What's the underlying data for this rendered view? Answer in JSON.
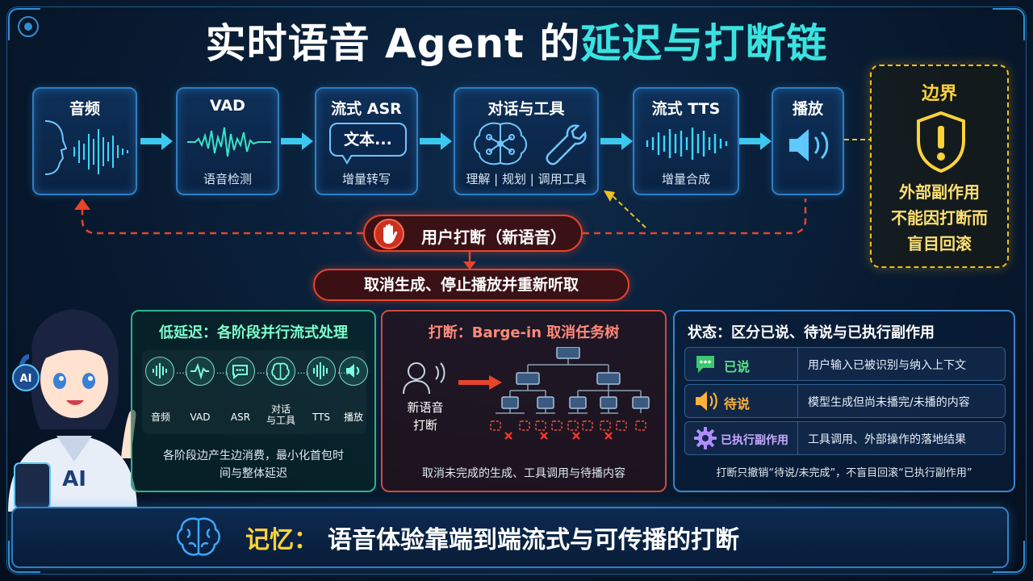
{
  "title": {
    "part1": "实时语音 Agent 的",
    "part2": "延迟与打断链"
  },
  "pipeline": [
    {
      "title": "音频",
      "sub": ""
    },
    {
      "title": "VAD",
      "sub": "语音检测"
    },
    {
      "title": "流式 ASR",
      "sub": "增量转写",
      "bubble": "文本..."
    },
    {
      "title": "对话与工具",
      "sub": "理解 | 规划 | 调用工具"
    },
    {
      "title": "流式 TTS",
      "sub": "增量合成"
    },
    {
      "title": "播放",
      "sub": ""
    }
  ],
  "boundary": {
    "title": "边界",
    "lines": [
      "外部副作用",
      "不能因打断而",
      "盲目回滚"
    ]
  },
  "interrupt": {
    "label": "用户打断（新语音）",
    "action": "取消生成、停止播放并重新听取"
  },
  "panel_latency": {
    "title": "低延迟：各阶段并行流式处理",
    "steps": [
      "音频",
      "VAD",
      "ASR",
      "对话\n与工具",
      "TTS",
      "播放"
    ],
    "foot1": "各阶段边产生边消费，最小化首包时",
    "foot2": "间与整体延迟"
  },
  "panel_barge": {
    "title": "打断：Barge-in 取消任务树",
    "user_label1": "新语音",
    "user_label2": "打断",
    "foot": "取消未完成的生成、工具调用与待播内容"
  },
  "panel_state": {
    "title": "状态：区分已说、待说与已执行副作用",
    "rows": [
      {
        "badge": "已说",
        "desc": "用户输入已被识别与纳入上下文",
        "color": "#5fe08a"
      },
      {
        "badge": "待说",
        "desc": "模型生成但尚未播完/未播的内容",
        "color": "#ffb23a"
      },
      {
        "badge": "已执行副作用",
        "desc": "工具调用、外部操作的落地结果",
        "color": "#b08cff"
      }
    ],
    "foot": "打断只撤销“待说/未完成”，不盲目回滚“已执行副作用”"
  },
  "memory": {
    "label": "记忆：",
    "text": "语音体验靠端到端流式与可传播的打断"
  },
  "avatar_badges": [
    "AI",
    "AI"
  ],
  "colors": {
    "cyan": "#39e3e0",
    "red": "#e8442c",
    "yellow": "#ffd23a",
    "blue": "#2e7fc4",
    "green": "#2fb38c"
  }
}
